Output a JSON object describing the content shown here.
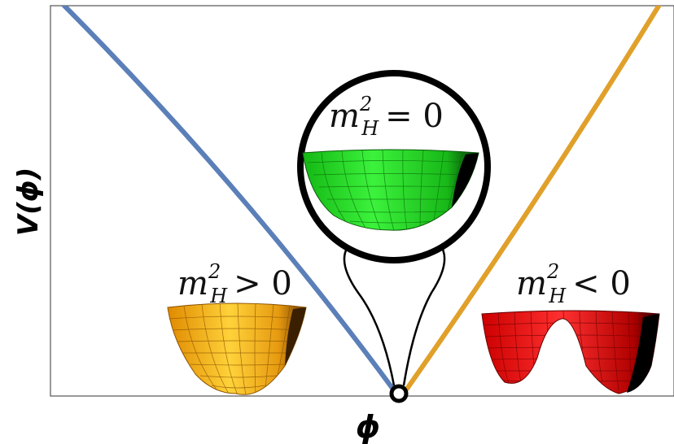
{
  "axes": {
    "x_label": "ϕ",
    "y_label": "V(ϕ)"
  },
  "insets": {
    "positive": {
      "lhs": "m",
      "sup": "2",
      "sub": "H",
      "rel": "> 0",
      "fill": "#f5a623"
    },
    "zero": {
      "lhs": "m",
      "sup": "2",
      "sub": "H",
      "rel": "= 0",
      "fill": "#22cc22"
    },
    "negative": {
      "lhs": "m",
      "sup": "2",
      "sub": "H",
      "rel": "< 0",
      "fill": "#ee1111"
    }
  },
  "curves": {
    "positive_mass_color": "#5b7fb8",
    "negative_mass_color": "#e0a02a"
  }
}
